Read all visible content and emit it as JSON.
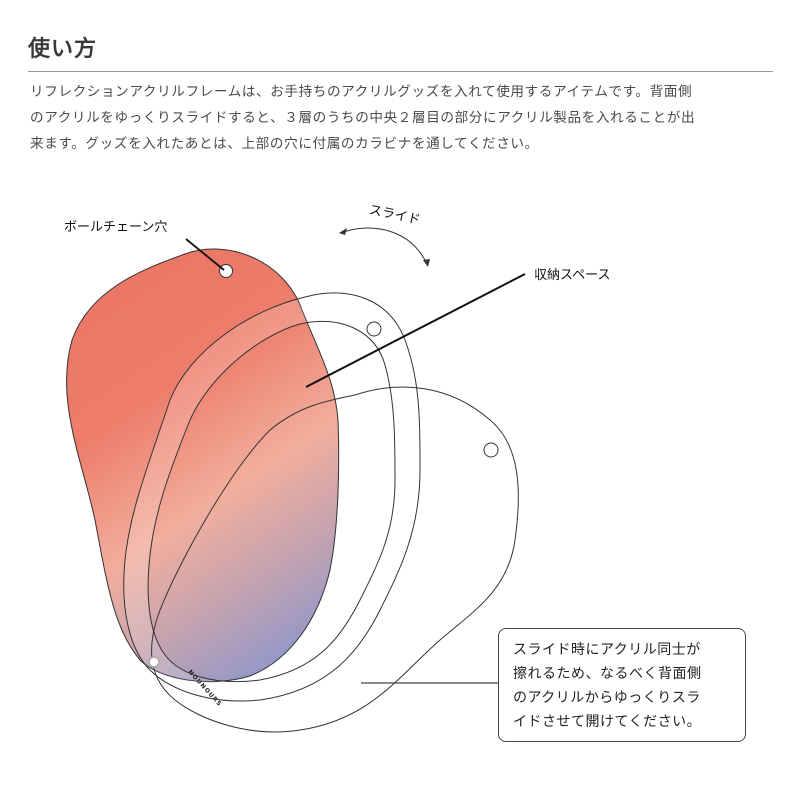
{
  "section": {
    "title": "使い方",
    "description_lines": [
      "リフレクションアクリルフレームは、お手持ちのアクリルグッズを入れて使用するアイテムです。背面側",
      "のアクリルをゆっくりスライドすると、３層のうちの中央２層目の部分にアクリル製品を入れることが出",
      "来ます。グッズを入れたあとは、上部の穴に付属のカラビナを通してください。"
    ]
  },
  "diagram": {
    "labels": {
      "ball_chain_hole": "ボールチェーン穴",
      "slide": "スライド",
      "storage_space": "収納スペース",
      "brand_mark": "NOUNOURS"
    },
    "note_lines": [
      "スライド時にアクリル同士が",
      "擦れるため、なるべく背面側",
      "のアクリルからゆっくりスラ",
      "イドさせて開けてください。"
    ],
    "colors": {
      "gradient_top": "#ec7766",
      "gradient_mid": "#f2ae9d",
      "gradient_bottom": "#8e96cb",
      "outline": "#333333"
    }
  }
}
